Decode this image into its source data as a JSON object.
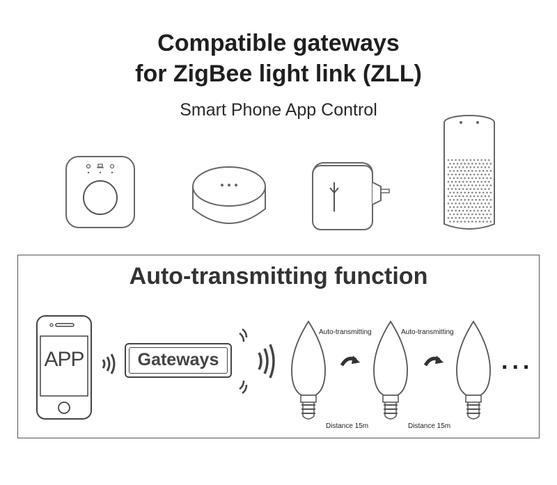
{
  "header": {
    "title_line1": "Compatible gateways",
    "title_line2": "for ZigBee light link (ZLL)",
    "subtitle": "Smart Phone App Control"
  },
  "devices": [
    {
      "name": "hub-square-icon"
    },
    {
      "name": "hub-round-icon"
    },
    {
      "name": "plug-gateway-icon"
    },
    {
      "name": "smart-speaker-icon"
    }
  ],
  "panel": {
    "title": "Auto-transmitting function",
    "app_label": "APP",
    "gateway_label": "Gateways",
    "relay_label_1": "Auto-transmitting",
    "relay_label_2": "Auto-transmitting",
    "distance_label_1": "Distance 15m",
    "distance_label_2": "Distance 15m",
    "ellipsis": "..."
  },
  "colors": {
    "line": "#555555",
    "text": "#222222"
  }
}
